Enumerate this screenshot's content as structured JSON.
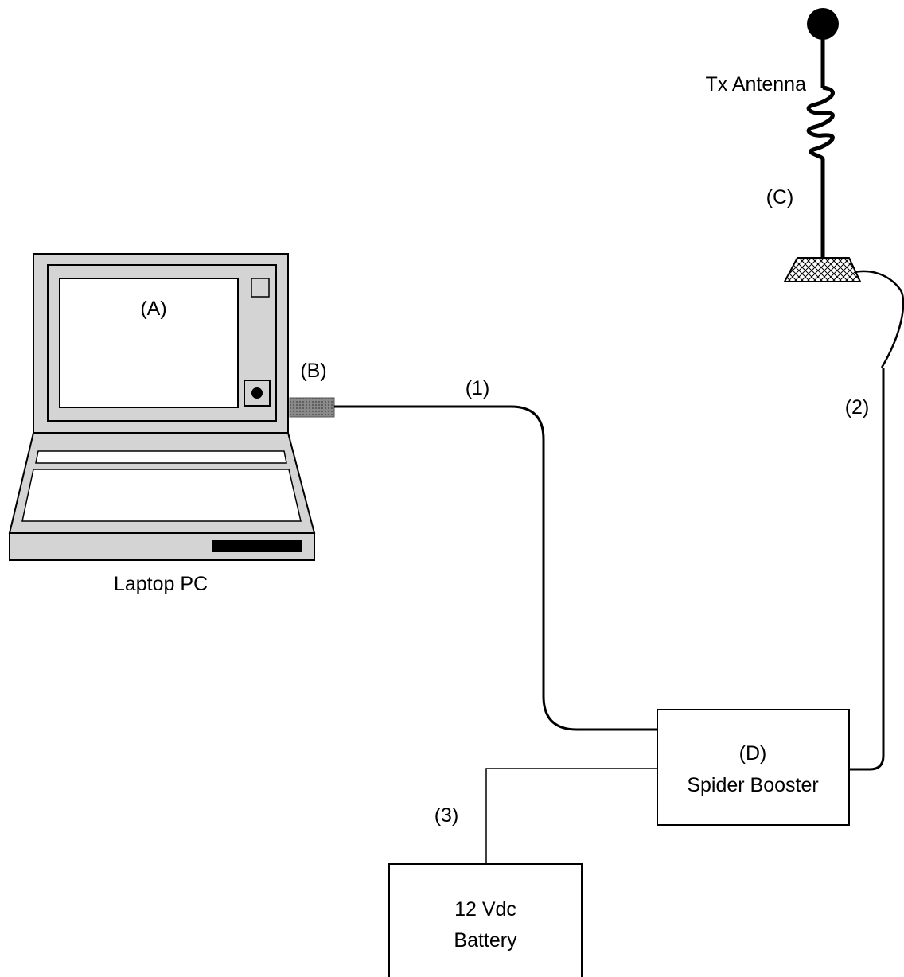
{
  "labels": {
    "tx_antenna": "Tx Antenna",
    "c": "(C)",
    "a": "(A)",
    "b": "(B)",
    "one": "(1)",
    "two": "(2)",
    "three": "(3)",
    "laptop": "Laptop PC",
    "d": "(D)",
    "spider_booster": "Spider Booster",
    "battery_line1": "12 Vdc",
    "battery_line2": "Battery"
  },
  "colors": {
    "stroke": "#000000",
    "laptop_fill": "#d4d4d4",
    "screen_fill": "#ffffff",
    "connector_fill": "#707070",
    "background": "#ffffff"
  }
}
